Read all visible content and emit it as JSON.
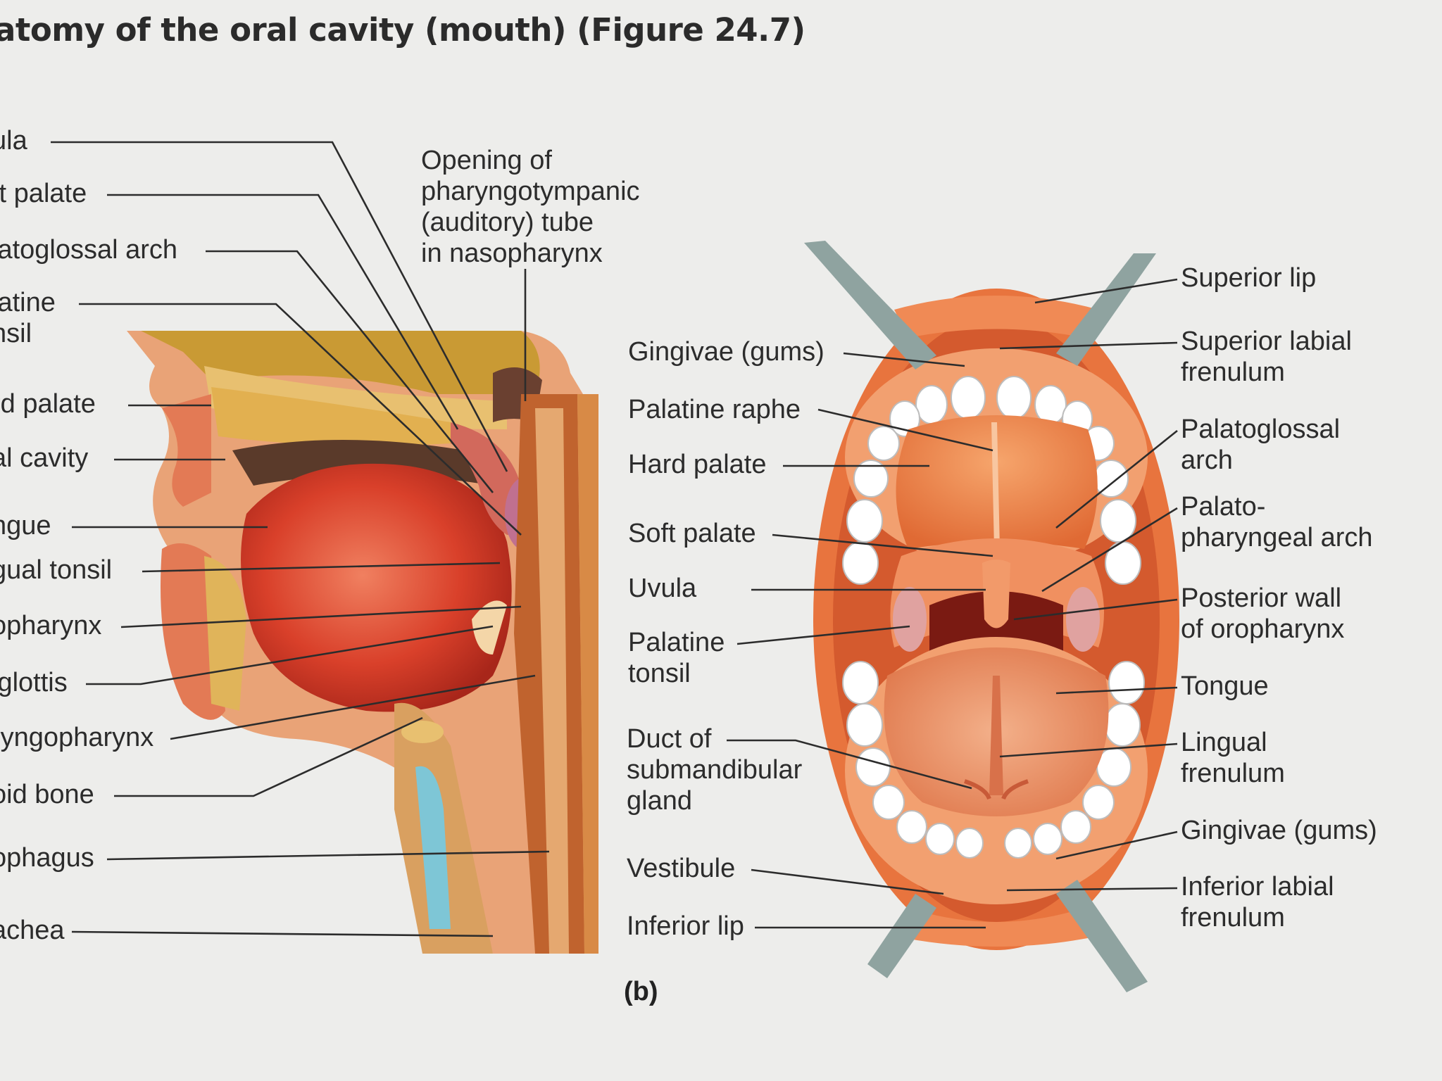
{
  "title": "atomy of the oral cavity (mouth) (Figure 24.7)",
  "panel_b_label": "(b)",
  "colors": {
    "background": "#ededeb",
    "muscle_red": "#d9402a",
    "gum_orange": "#e8743e",
    "bone_tan": "#d8a04a",
    "tooth_white": "#ffffff",
    "retractor_gray": "#8fa3a0",
    "leader_line": "#2c2c2c"
  },
  "panel_a": {
    "labels": [
      "ula",
      "ft palate",
      "latoglossal arch",
      "latine\nnsil",
      "rd palate",
      "al cavity",
      "ngue",
      "gual tonsil",
      "opharynx",
      "iglottis",
      "ryngopharynx",
      "oid bone",
      "ophagus",
      "achea"
    ],
    "top_label": "Opening of\npharyngotympanic\n(auditory) tube\nin nasopharynx"
  },
  "panel_b": {
    "left_labels": [
      "Gingivae (gums)",
      "Palatine raphe",
      "Hard palate",
      "Soft palate",
      "Uvula",
      "Palatine\ntonsil",
      "Duct of\nsubmandibular\ngland",
      "Vestibule",
      "Inferior lip"
    ],
    "right_labels": [
      "Superior lip",
      "Superior labial\nfrenulum",
      "Palatoglossal\narch",
      "Palato-\npharyngeal arch",
      "Posterior wall\nof oropharynx",
      "Tongue",
      "Lingual\nfrenulum",
      "Gingivae (gums)",
      "Inferior labial\nfrenulum"
    ]
  }
}
